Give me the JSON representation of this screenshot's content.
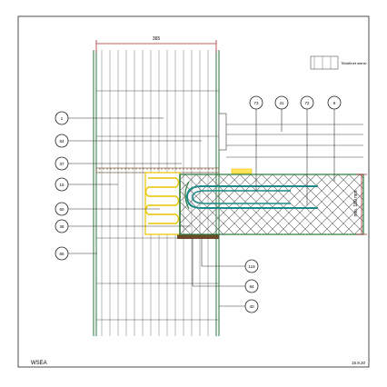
{
  "dimension_top": "365",
  "dimension_side": "min. 180 mm",
  "legend": {
    "text": "Tilčdělnet steniv"
  },
  "footer": {
    "left": "WSEA",
    "right": "15.9.20"
  },
  "callouts_left": [
    "1",
    "84",
    "37",
    "15",
    "60",
    "38",
    "65"
  ],
  "callouts_top": [
    "73",
    "41",
    "72",
    "8"
  ],
  "callouts_bottom": [
    "119",
    "84",
    "40"
  ]
}
